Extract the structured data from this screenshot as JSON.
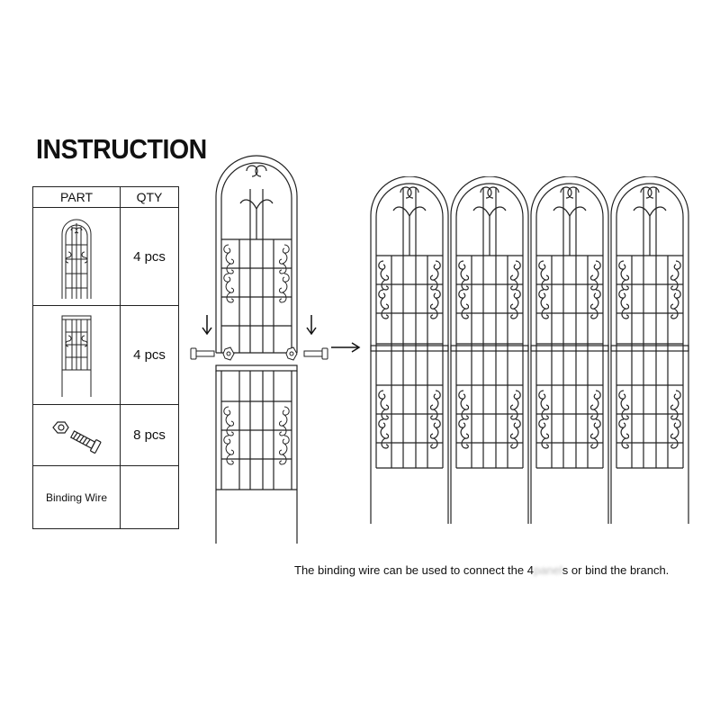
{
  "title": "INSTRUCTION",
  "table": {
    "headers": [
      "PART",
      "QTY"
    ],
    "rows": [
      {
        "part_icon": "top-panel-icon",
        "qty": "4 pcs"
      },
      {
        "part_icon": "bottom-panel-icon",
        "qty": "4 pcs"
      },
      {
        "part_icon": "nut-bolt-icon",
        "qty": "8 pcs"
      },
      {
        "part_label": "Binding Wire",
        "qty": ""
      }
    ]
  },
  "caption": {
    "before": "The binding wire can be used to connect the 4",
    "obscured": "panel",
    "after": "s or bind the branch."
  },
  "diagram": {
    "assembled_panel_count": 4,
    "icons": [
      "down-arrow-icon",
      "right-arrow-icon",
      "bolt-icon",
      "nut-icon"
    ]
  }
}
